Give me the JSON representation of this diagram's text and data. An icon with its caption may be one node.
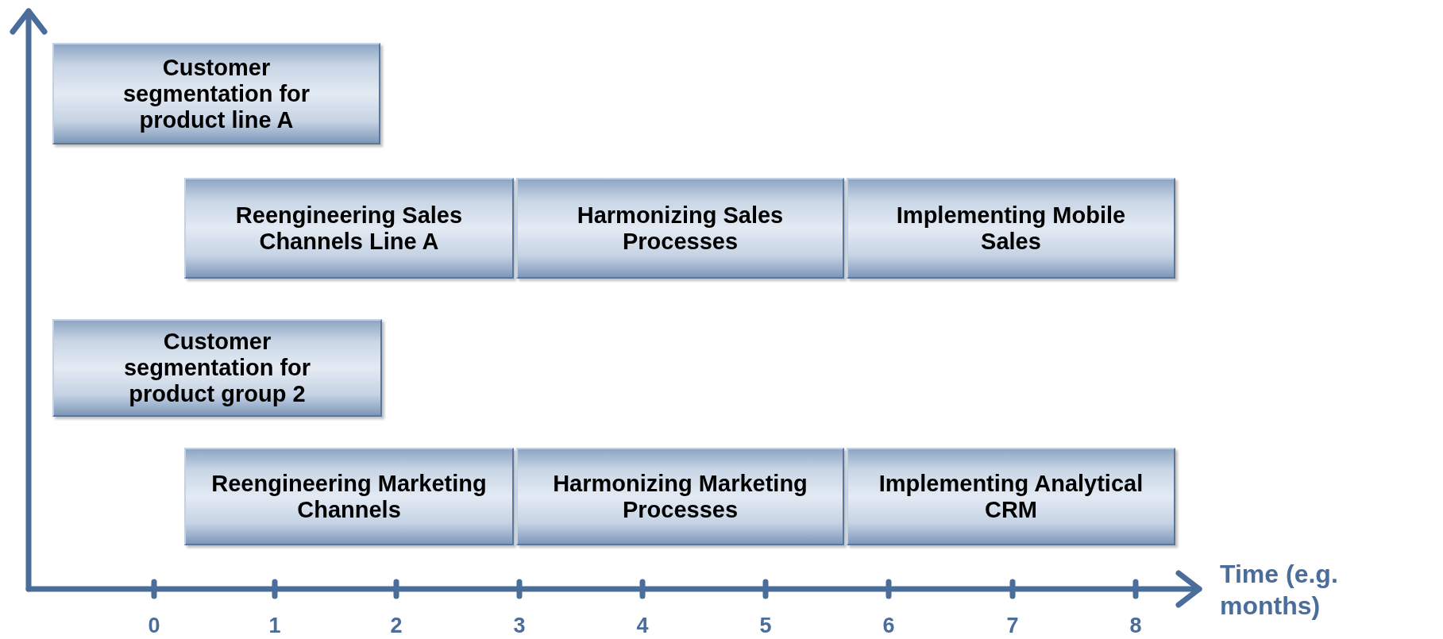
{
  "diagram": {
    "nodes": [
      {
        "text": [
          "Customer segmentation for product line A"
        ]
      },
      {
        "text": [
          "Reengineering Sales Channels Line A"
        ]
      },
      {
        "text": [
          "Harmonizing Sales Processes"
        ]
      },
      {
        "text": [
          "Implementing Mobile Sales"
        ]
      },
      {
        "text": [
          "Customer segmentation for product group 2"
        ]
      },
      {
        "text": [
          "Reengineering Marketing Channels"
        ]
      },
      {
        "text": [
          "Harmonizing Marketing Processes"
        ]
      },
      {
        "text": [
          "Implementing Analytical CRM"
        ]
      }
    ],
    "edges": [],
    "labels": [
      "0",
      "1",
      "2",
      "3",
      "4",
      "5",
      "6",
      "7",
      "8",
      "Time (e.g. months)"
    ]
  }
}
